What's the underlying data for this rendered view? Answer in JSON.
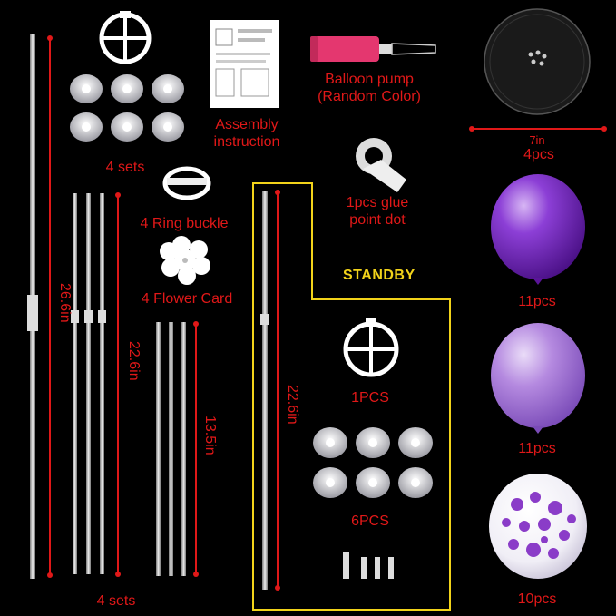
{
  "labels": {
    "assembly": "Assembly\ninstruction",
    "sets_top": "4 sets",
    "ring_buckle": "4 Ring buckle",
    "flower_card": "4 Flower Card",
    "pump": "Balloon pump\n(Random Color)",
    "glue": "1pcs glue\npoint dot",
    "base_size": "7in",
    "base_qty": "4pcs",
    "standby": "STANDBY",
    "one_pcs": "1PCS",
    "six_pcs": "6PCS",
    "sets_bottom": "4 sets",
    "balloon_dark_qty": "11pcs",
    "balloon_light_qty": "11pcs",
    "balloon_confetti_qty": "10pcs"
  },
  "dimensions": {
    "pole_long": "26.6in",
    "pole_mid": "22.6in",
    "pole_short": "13.5in",
    "pole_standby": "22.6in"
  },
  "colors": {
    "text_label": "#e01818",
    "standby_label": "#f2d31a",
    "standby_border": "#f2d31a",
    "pump_body": "#e4376f",
    "balloon_dark": "#7b2cc4",
    "balloon_light": "#a77bd8",
    "confetti": "#8a3cc8"
  },
  "icons": [
    "balloon-holder-ring-icon",
    "balloon-cup-icon",
    "instruction-sheet-icon",
    "balloon-pump-icon",
    "base-plate-icon",
    "glue-dot-roll-icon",
    "ring-buckle-icon",
    "flower-card-icon",
    "pole-icon",
    "purple-balloon-icon",
    "lavender-balloon-icon",
    "confetti-balloon-icon",
    "connector-icon"
  ]
}
